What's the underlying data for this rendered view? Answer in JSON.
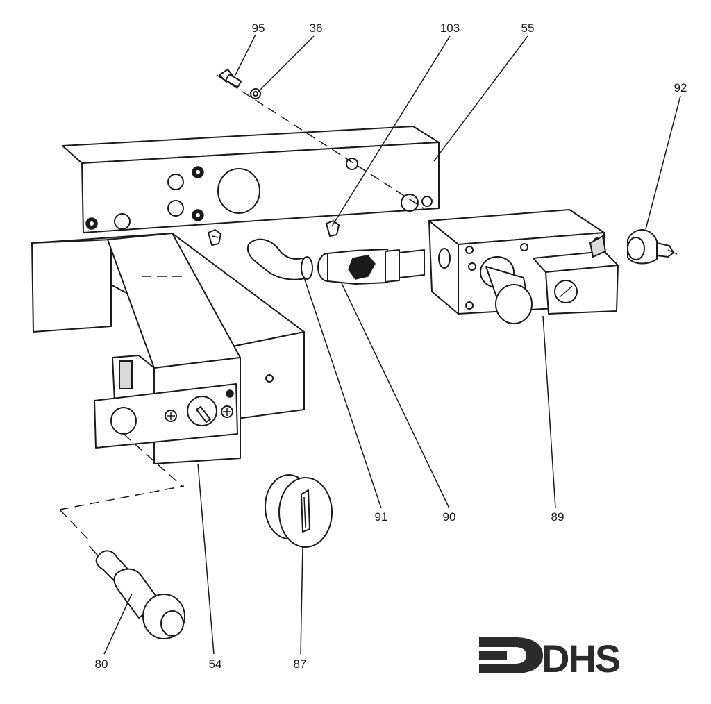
{
  "callouts": {
    "c95": "95",
    "c36": "36",
    "c103": "103",
    "c55": "55",
    "c92": "92",
    "c91": "91",
    "c90": "90",
    "c89": "89",
    "c80": "80",
    "c54": "54",
    "c87": "87"
  },
  "logo": {
    "text": "DHS",
    "color": "#2b2b2b"
  }
}
